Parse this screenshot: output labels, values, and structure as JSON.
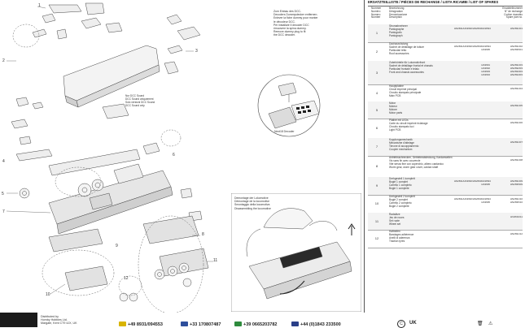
{
  "diagram": {
    "numbers": [
      "1",
      "2",
      "3",
      "4",
      "5",
      "6",
      "7",
      "8",
      "9",
      "10",
      "11",
      "12"
    ],
    "dcc_note": "Zum Einbau des DCC-\nDecoders Dummystecker entfernen.\nEnlever la fiche dummy pour monter\nle décodeur DCC.\nPer installare il decoder DCC\nrimuovere la spina dummy.\nRemove dummy plug to fit\nthe DCC decoder.",
    "sound_note": "Nur DCC Sound\nDCC Sound uniquement\nSolo versioni DCC Sound\nDCC Sound only",
    "decoder_caption": "Next18 Decoder",
    "removal_note": "Demontage der Lokomotive\nDémontage de la locomotive\nSmontaggio della locomotiva\nDisassembling the locomotive"
  },
  "spares": {
    "title": "ERSATZTEILLISTE / PIÈCES DE RECHANGE / LISTA RICAMBI / LIST OF SPARES",
    "header": {
      "col1": "Nummer\nNuméro\nNumero\nNumber",
      "col2": "Bezeichnung\nDésignation\nDenominazione\nDescription",
      "col3": "Ersatzteilnummer\nN° de rechange\nCodice ricambio\nSpare part no."
    },
    "rows": [
      {
        "no": "1",
        "desc": "Stromabnehmer\nPantographe\nPantografo\nPantograph",
        "art": "HN2691/HN2692/HN2693/HN2694",
        "code": "HN2691/01"
      },
      {
        "no": "2",
        "desc": "Dachausrüstung\nSachet de détaillage de toiture\nParticolari tetto\nRoof accessories",
        "art": "HN2691/HN2692/HN2693/HN2694\nHN2695",
        "code": "HN2691/02\nHN2695/01"
      },
      {
        "no": "3",
        "desc": "Zubehörteile für Lokomotivfront\nSachet de détaillage frontal et chassis\nParticolari frontale e telaio\nFront and chassis accessories",
        "art": "HN2691\nHN2692\nHN2693\nHN2694",
        "code": "HN2691/03\nHN2692/03\nHN2693/03\nHN2694/03"
      },
      {
        "no": "4",
        "desc": "Hauptplatine\nCircuit imprimé principal\nCircuito stampato principale\nMain PCB",
        "art": "",
        "code": "HN2691/04"
      },
      {
        "no": "5",
        "desc": "Motor\nMoteur\nMotore\nMotor parts",
        "art": "",
        "code": "HN2691/05"
      },
      {
        "no": "6",
        "desc": "Platine mit LEDs\nCarte du circuit imprimé éclairage\nCircuito stampato luci\nLight PCB",
        "art": "",
        "code": "HN2691/06"
      },
      {
        "no": "7",
        "desc": "Kupplungsmechanik\nMécanisme d'attelage\nTimone di accoppiamento\nCoupler mechanism",
        "art": "",
        "code": "HN2691/07"
      },
      {
        "no": "8",
        "desc": "Antriebsschnecken, Getriebeabdeckung, Kardanwellen\nVis sans fin avec couvercle\nVite senza fine con coperchio, albero cardanico\nWorm gear, worm gear cover, cardan shaft",
        "art": "",
        "code": "HN2691/08"
      },
      {
        "no": "9",
        "desc": "Drehgestell 1 komplett\nBogie 1 complet\nCarrello 1 completo\nBogie 1 complete",
        "art": "HN2691/HN2692/HN2693/HN2694\nHN2695",
        "code": "HN2691/09\nHN2695/09"
      },
      {
        "no": "10",
        "desc": "Drehgestell 2 komplett\nBogie 2 complet\nCarrello 2 completo\nBogie 2 complete",
        "art": "HN2691/HN2692/HN2693/HN2694\nHN2695",
        "code": "HN2691/10\nHN2695/10"
      },
      {
        "no": "11",
        "desc": "Radsätze\nJeu de roues\nSet ruote\nWheel set",
        "art": "",
        "code": "HN2691/11"
      },
      {
        "no": "12",
        "desc": "Haftreifen\nBandages adhérence\nAnelli di aderenza\nTraction tyres",
        "art": "",
        "code": "HN2691/12"
      }
    ]
  },
  "footer": {
    "distributor": "Distributed by\nHornby Hobbies Ltd.\nMargate, Kent CT9 4JX, UK",
    "phones": [
      "+49 8931/094553",
      "+33 170807487",
      "+39 0665203782",
      "+44 (0)1843 233500"
    ],
    "country": "UK"
  },
  "colors": {
    "line": "#555555",
    "shade": "#e9e9e9",
    "dark": "#1b1b1b",
    "flag_de": "#d8b400",
    "flag_fr": "#2d4e9c",
    "flag_it": "#2e8b3d",
    "flag_uk": "#2a3f88"
  }
}
